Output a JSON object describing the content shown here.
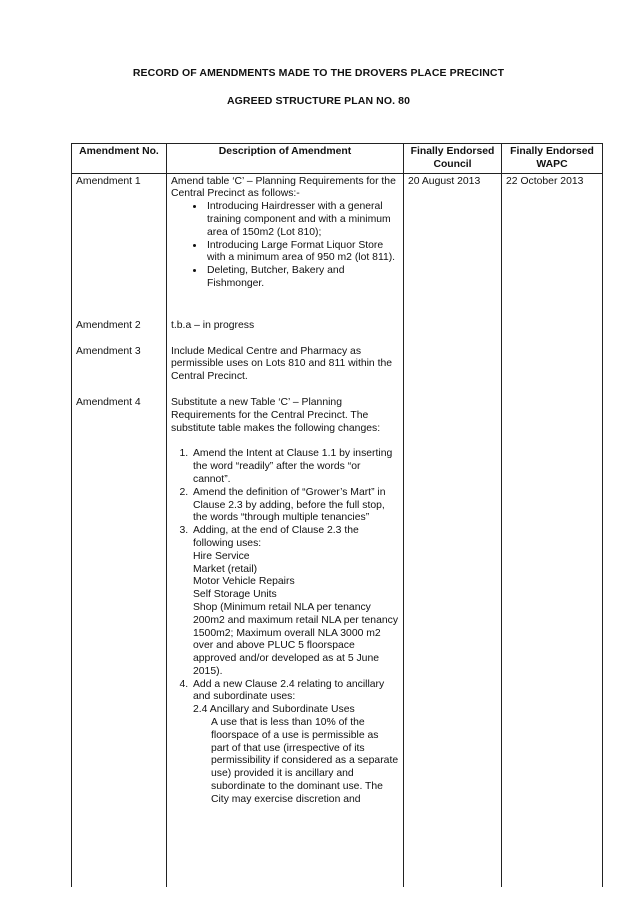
{
  "header": {
    "title_line1": "RECORD OF AMENDMENTS MADE TO THE DROVERS PLACE PRECINCT",
    "title_line2": "AGREED STRUCTURE PLAN NO.  80"
  },
  "table": {
    "headers": {
      "amendment_no": "Amendment No.",
      "description": "Description of Amendment",
      "council": "Finally Endorsed Council",
      "wapc": "Finally Endorsed WAPC"
    },
    "rows": {
      "a1": {
        "no": "Amendment 1",
        "intro": "Amend table ‘C’ – Planning Requirements for the Central Precinct as follows:-",
        "bullets": [
          "Introducing Hairdresser with a general training component and with a minimum area of 150m2 (Lot 810);",
          "Introducing Large Format Liquor Store with a minimum area of 950 m2 (lot 811).",
          "Deleting, Butcher, Bakery and Fishmonger."
        ],
        "council": "20 August 2013",
        "wapc": "22 October 2013"
      },
      "a2": {
        "no": "Amendment 2",
        "desc": "t.b.a – in progress"
      },
      "a3": {
        "no": "Amendment 3",
        "desc": "Include Medical Centre and Pharmacy as permissible uses on Lots 810 and 811 within the Central Precinct."
      },
      "a4": {
        "no": "Amendment 4",
        "intro": "Substitute a new Table ‘C’ – Planning Requirements for the Central Precinct.  The substitute table makes the following changes:",
        "items": [
          "Amend the Intent at Clause 1.1 by inserting the word “readily” after the words “or cannot”.",
          "Amend the definition of “Grower’s Mart” in Clause 2.3 by adding, before the full stop, the words “through multiple tenancies”",
          "Adding, at the end of Clause 2.3 the following uses:",
          "Add a new Clause 2.4 relating to ancillary and subordinate uses:"
        ],
        "uses": [
          "Hire Service",
          "Market (retail)",
          "Motor Vehicle Repairs",
          "Self Storage Units",
          "Shop (Minimum retail NLA per tenancy 200m2 and maximum retail NLA per tenancy 1500m2; Maximum overall NLA 3000 m2 over and above PLUC 5 floorspace approved and/or developed as at 5 June 2015)."
        ],
        "clause_heading": "2.4  Ancillary and Subordinate Uses",
        "clause_text": "A use that is less than 10% of the floorspace of a use is permissible as part of that use (irrespective of its permissibility if considered as a separate use) provided it is ancillary and subordinate to the dominant use. The City may exercise discretion and"
      }
    }
  }
}
